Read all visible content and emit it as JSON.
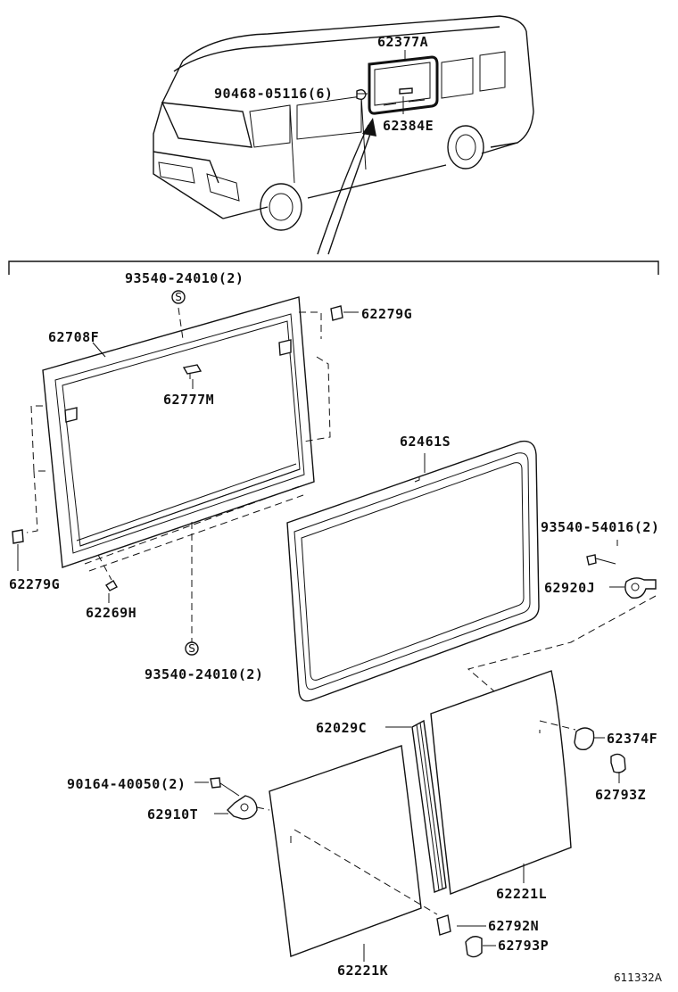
{
  "labels": {
    "p62377A": "62377A",
    "p90468": "90468-05116(6)",
    "p62384E": "62384E",
    "p93540_top": "93540-24010(2)",
    "p62279G_top": "62279G",
    "p62708F": "62708F",
    "p62777M": "62777M",
    "p62279G_left": "62279G",
    "p62269H": "62269H",
    "p93540_bottom": "93540-24010(2)",
    "p62461S": "62461S",
    "p93540_54016": "93540-54016(2)",
    "p62920J": "62920J",
    "p62029C": "62029C",
    "p62374F": "62374F",
    "p62793Z": "62793Z",
    "p90164": "90164-40050(2)",
    "p62910T": "62910T",
    "p62221L": "62221L",
    "p62792N": "62792N",
    "p62793P": "62793P",
    "p62221K": "62221K"
  },
  "clip_mark": "S",
  "figure_code": "611332A"
}
